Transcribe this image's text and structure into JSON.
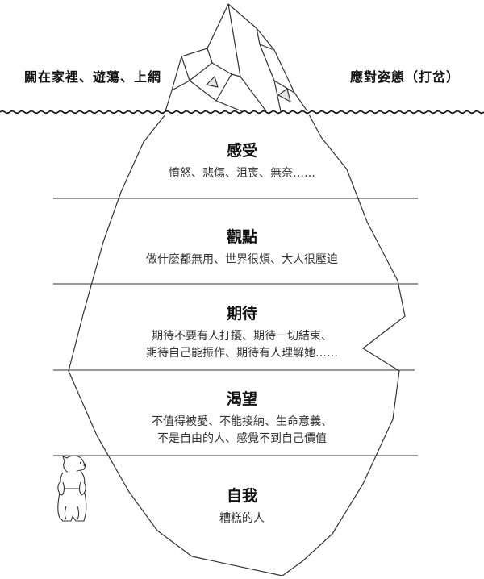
{
  "header": {
    "left_label": "關在家裡、遊蕩、上網",
    "right_label": "應對姿態（打岔）"
  },
  "layers": [
    {
      "title": "感受",
      "lines": [
        "憤怒、悲傷、沮喪、無奈……"
      ]
    },
    {
      "title": "觀點",
      "lines": [
        "做什麼都無用、世界很煩、大人很壓迫"
      ]
    },
    {
      "title": "期待",
      "lines": [
        "期待不要有人打擾、期待一切結束、",
        "期待自己能振作、期待有人理解她……"
      ]
    },
    {
      "title": "渴望",
      "lines": [
        "不值得被愛、不能接納、生命意義、",
        "不是自由的人、感覺不到自己價值"
      ]
    },
    {
      "title": "自我",
      "lines": [
        "糟糕的人"
      ]
    }
  ],
  "icons": {
    "bear": "polar-bear-icon",
    "iceberg": "iceberg-outline"
  }
}
